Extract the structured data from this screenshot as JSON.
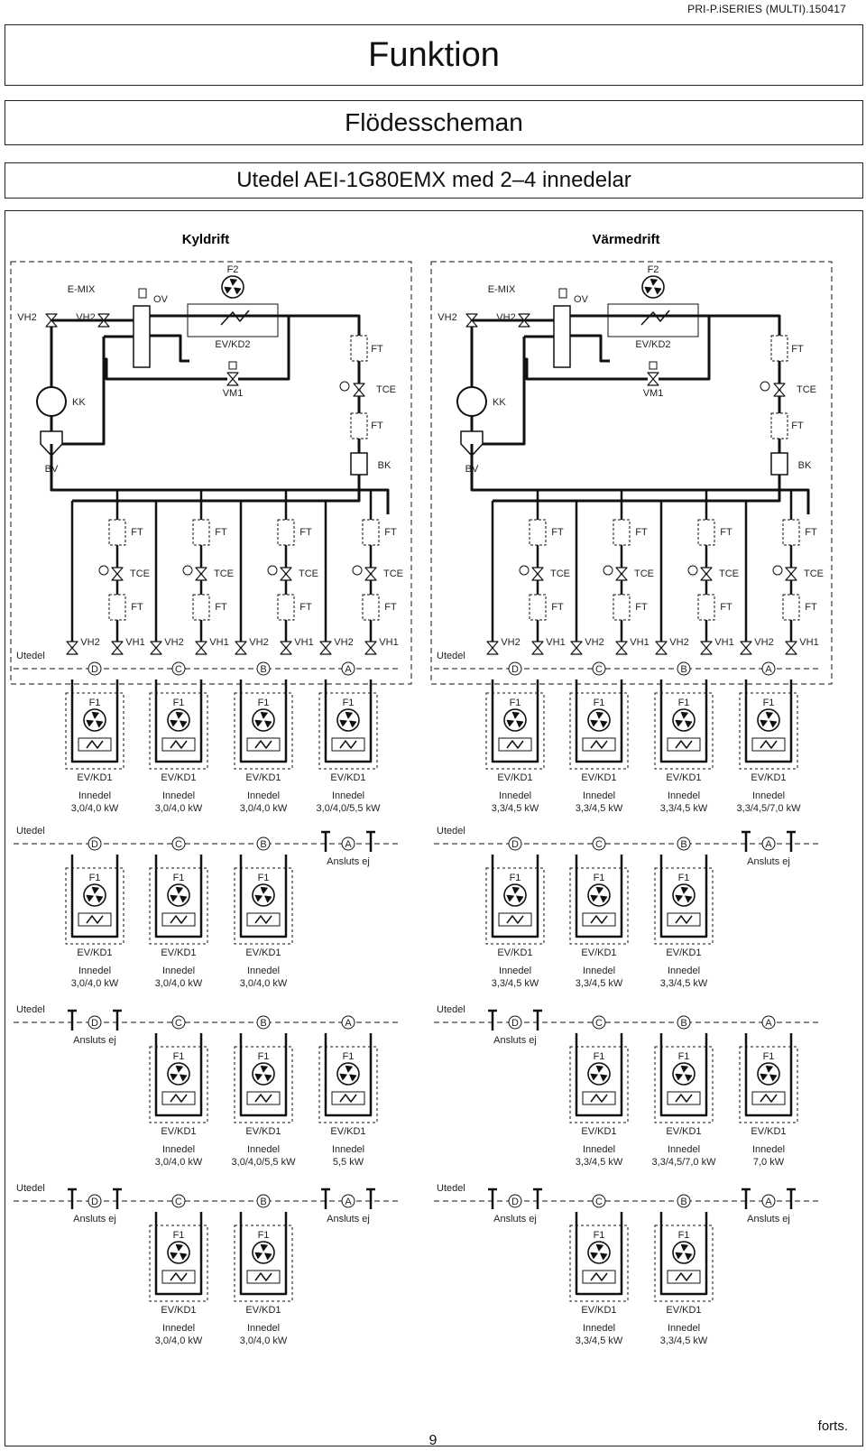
{
  "doc_code": "PRI-P.iSERIES (MULTI).150417",
  "title": "Funktion",
  "subtitle": "Flödesscheman",
  "section": "Utedel AEI-1G80EMX med 2–4 innedelar",
  "footer": {
    "continued": "forts.",
    "page_number": "9"
  },
  "panels": [
    {
      "heading": "Kyldrift",
      "unit_label": "Utedel",
      "labels": {
        "emix": "E-MIX",
        "vh2": "VH2",
        "vh1": "VH1",
        "ov": "OV",
        "f2": "F2",
        "evkd2": "EV/KD2",
        "ft": "FT",
        "vm1": "VM1",
        "tce": "TCE",
        "kk": "KK",
        "bv": "BV",
        "bk": "BK",
        "f1": "F1",
        "evkd1": "EV/KD1",
        "innedel": "Innedel",
        "not_connected": "Ansluts ej"
      },
      "ports": [
        "D",
        "C",
        "B",
        "A"
      ],
      "config_4": [
        "3,0/4,0 kW",
        "3,0/4,0 kW",
        "3,0/4,0 kW",
        "3,0/4,0/5,5 kW"
      ],
      "config_3": [
        "3,0/4,0 kW",
        "3,0/4,0 kW",
        "3,0/4,0 kW",
        null
      ],
      "config_2a": [
        null,
        "3,0/4,0 kW",
        "3,0/4,0/5,5 kW",
        "5,5 kW"
      ],
      "config_2b": [
        null,
        "3,0/4,0 kW",
        "3,0/4,0 kW",
        null
      ]
    },
    {
      "heading": "Värmedrift",
      "unit_label": "Utedel",
      "labels": {
        "emix": "E-MIX",
        "vh2": "VH2",
        "vh1": "VH1",
        "ov": "OV",
        "f2": "F2",
        "evkd2": "EV/KD2",
        "ft": "FT",
        "vm1": "VM1",
        "tce": "TCE",
        "kk": "KK",
        "bv": "BV",
        "bk": "BK",
        "f1": "F1",
        "evkd1": "EV/KD1",
        "innedel": "Innedel",
        "not_connected": "Ansluts ej"
      },
      "ports": [
        "D",
        "C",
        "B",
        "A"
      ],
      "config_4": [
        "3,3/4,5 kW",
        "3,3/4,5 kW",
        "3,3/4,5 kW",
        "3,3/4,5/7,0 kW"
      ],
      "config_3": [
        "3,3/4,5 kW",
        "3,3/4,5 kW",
        "3,3/4,5 kW",
        null
      ],
      "config_2a": [
        null,
        "3,3/4,5 kW",
        "3,3/4,5/7,0 kW",
        "7,0 kW"
      ],
      "config_2b": [
        null,
        "3,3/4,5 kW",
        "3,3/4,5 kW",
        null
      ]
    }
  ]
}
